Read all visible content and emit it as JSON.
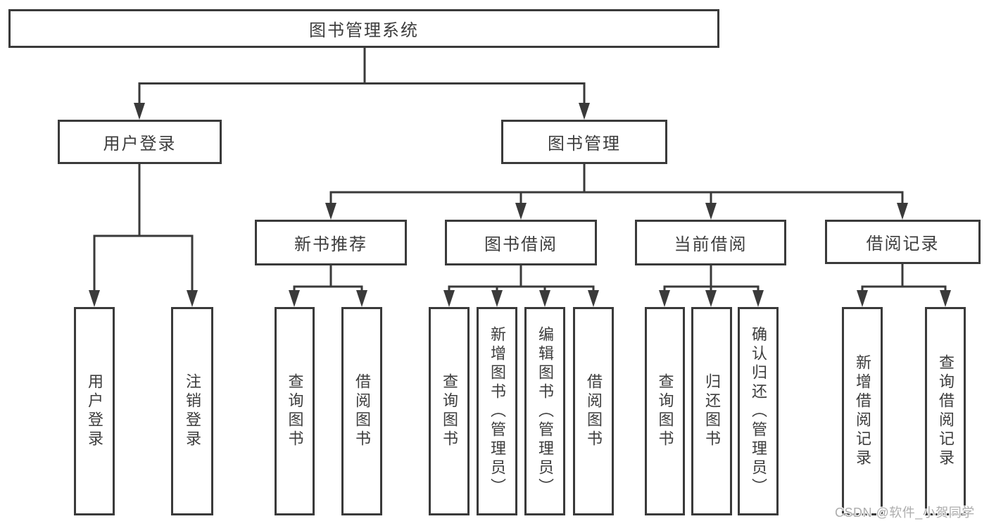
{
  "root": {
    "label": "图书管理系统"
  },
  "level2": {
    "user_login": {
      "label": "用户登录"
    },
    "book_mgmt": {
      "label": "图书管理"
    }
  },
  "level3": {
    "new_books": {
      "label": "新书推荐"
    },
    "borrowing": {
      "label": "图书借阅"
    },
    "current": {
      "label": "当前借阅"
    },
    "records": {
      "label": "借阅记录"
    }
  },
  "leaves": {
    "a1": {
      "label": "用户登录"
    },
    "a2": {
      "label": "注销登录"
    },
    "b1": {
      "label": "查询图书"
    },
    "b2": {
      "label": "借阅图书"
    },
    "c1": {
      "label": "查询图书"
    },
    "c2": {
      "label": "新增图书（管理员）"
    },
    "c3": {
      "label": "编辑图书（管理员）"
    },
    "c4": {
      "label": "借阅图书"
    },
    "d1": {
      "label": "查询图书"
    },
    "d2": {
      "label": "归还图书"
    },
    "d3": {
      "label": "确认归还（管理员）"
    },
    "e1": {
      "label": "新增借阅记录"
    },
    "e2": {
      "label": "查询借阅记录"
    }
  },
  "watermark": {
    "text": "CSDN @软件_小贺同学"
  },
  "colors": {
    "line": "#3a3a3a",
    "text": "#3d3d3d",
    "watermark": "#adadad",
    "background": "#ffffff"
  }
}
